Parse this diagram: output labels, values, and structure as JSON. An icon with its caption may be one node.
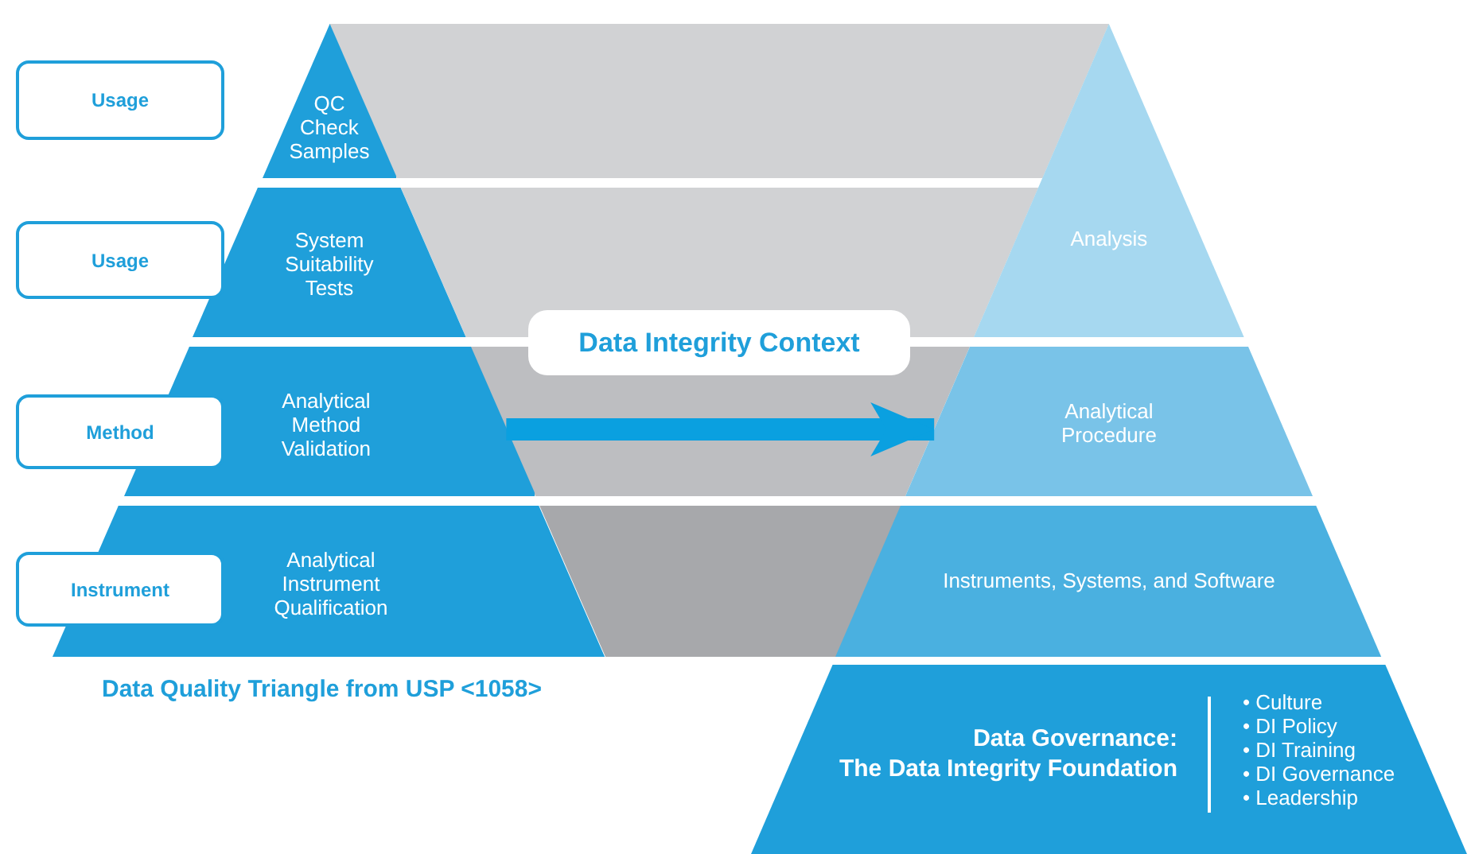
{
  "diagram": {
    "nodes": [
      {
        "text": [
          "Usage"
        ]
      },
      {
        "text": [
          "QC Check Samples"
        ]
      },
      {
        "text": [
          "Usage"
        ]
      },
      {
        "text": [
          "System Suitability Tests"
        ]
      },
      {
        "text": [
          "Method"
        ]
      },
      {
        "text": [
          "Analytical Method Validation"
        ]
      },
      {
        "text": [
          "Instrument"
        ]
      },
      {
        "text": [
          "Analytical Instrument Qualification"
        ]
      },
      {
        "text": [
          "Data Integrity Context"
        ]
      },
      {
        "text": [
          "Analysis"
        ]
      },
      {
        "text": [
          "Analytical Procedure"
        ]
      },
      {
        "text": [
          "Instruments, Systems, and Software"
        ]
      },
      {
        "text": [
          "Data Governance:",
          "The Data Integrity Foundation",
          "• Culture",
          "• DI Policy",
          "• DI Training",
          "• DI Governance",
          "• Leadership"
        ]
      }
    ],
    "edges": [
      {
        "from": 5,
        "to": 10,
        "arrow": "to"
      }
    ],
    "labels": [
      "Data Quality Triangle from USP <1058>"
    ]
  }
}
